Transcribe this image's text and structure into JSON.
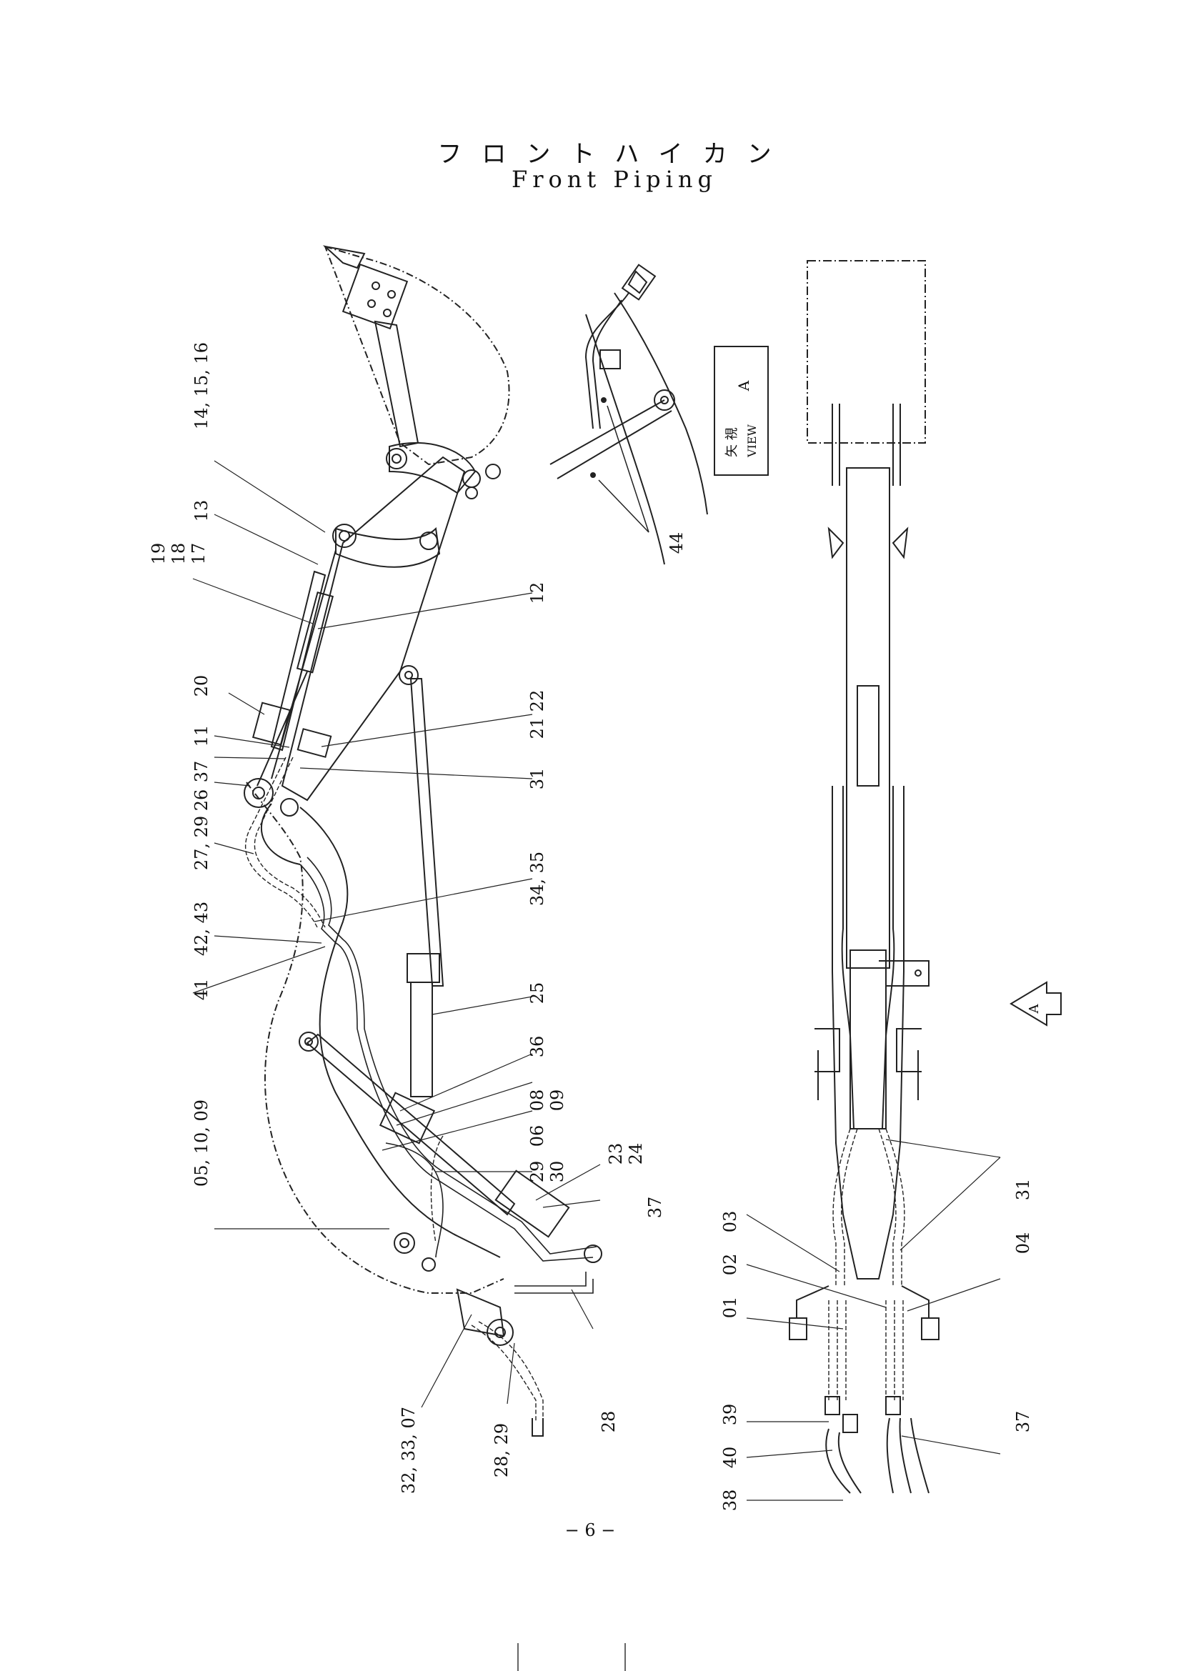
{
  "title_jp": "フロントハイカン",
  "title_en": "Front Piping",
  "page_number": "− 6 −",
  "view_label": {
    "jp": "矢 視",
    "en": "VIEW",
    "letter": "A"
  },
  "arrow_label": "A",
  "left_callouts": [
    "14, 15, 16",
    "13",
    "19",
    "18",
    "17",
    "12",
    "20",
    "11",
    "21 22",
    "37",
    "31",
    "26",
    "27, 29",
    "34, 35",
    "42, 43",
    "41",
    "25",
    "36",
    "08",
    "09",
    "06",
    "05, 10, 09",
    "29",
    "30",
    "23",
    "24",
    "37",
    "32, 33, 07",
    "28, 29",
    "28"
  ],
  "detail_callouts": [
    "44"
  ],
  "right_callouts": [
    "31",
    "03",
    "02",
    "01",
    "04",
    "39",
    "40",
    "38",
    "37"
  ]
}
